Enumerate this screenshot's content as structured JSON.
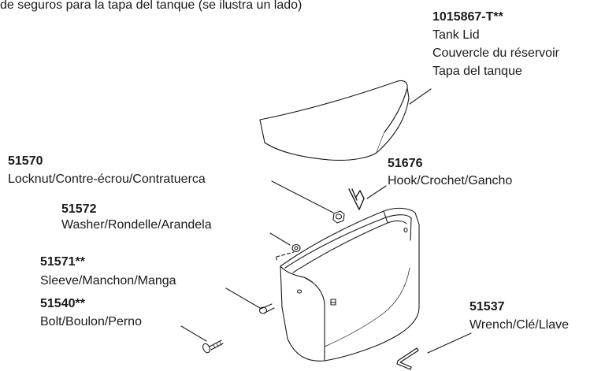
{
  "header": {
    "caption": "de seguros para la tapa del tanque (se ilustra un lado)"
  },
  "parts": [
    {
      "id": "lid",
      "number": "1015867-T**",
      "lines": [
        "Tank Lid",
        "Couvercle du réservoir",
        "Tapa del tanque"
      ]
    },
    {
      "id": "locknut",
      "number": "51570",
      "lines": [
        "Locknut/Contre-écrou/Contratuerca"
      ]
    },
    {
      "id": "hook",
      "number": "51676",
      "lines": [
        "Hook/Crochet/Gancho"
      ]
    },
    {
      "id": "washer",
      "number": "51572",
      "lines": [
        "Washer/Rondelle/Arandela"
      ]
    },
    {
      "id": "sleeve",
      "number": "51571**",
      "lines": [
        "Sleeve/Manchon/Manga"
      ]
    },
    {
      "id": "bolt",
      "number": "51540**",
      "lines": [
        "Bolt/Boulon/Perno"
      ]
    },
    {
      "id": "wrench",
      "number": "51537",
      "lines": [
        "Wrench/Clé/Llave"
      ]
    }
  ]
}
